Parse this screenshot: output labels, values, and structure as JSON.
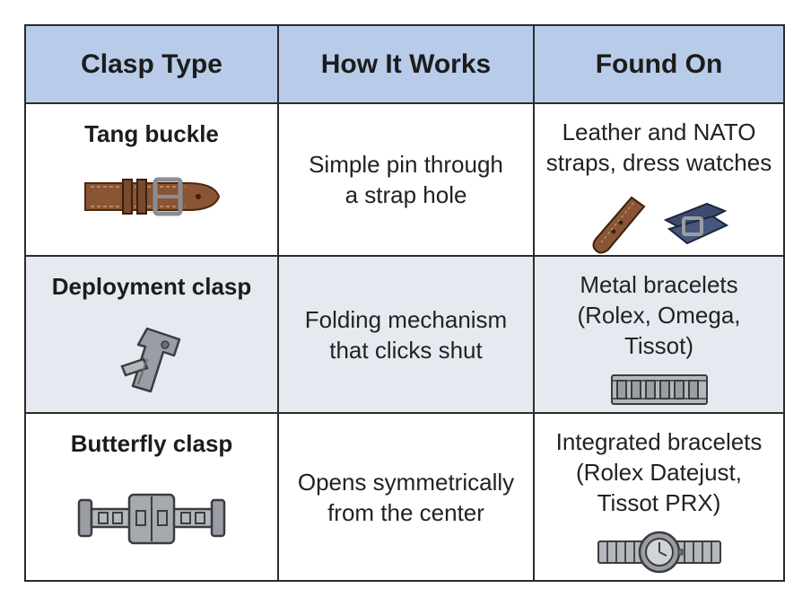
{
  "table": {
    "headers": [
      "Clasp Type",
      "How It Works",
      "Found On"
    ],
    "rows": [
      {
        "clasp_type": "Tang buckle",
        "how_it_works": [
          "Simple pin through",
          "a strap hole"
        ],
        "found_on": [
          "Leather and NATO",
          "straps, dress watches"
        ],
        "icon": "tang-buckle-icon",
        "found_icons": [
          "leather-strap-icon",
          "nato-strap-icon"
        ]
      },
      {
        "clasp_type": "Deployment clasp",
        "how_it_works": [
          "Folding mechanism",
          "that clicks shut"
        ],
        "found_on": [
          "Metal bracelets",
          "(Rolex, Omega,",
          "Tissot)"
        ],
        "icon": "deployment-clasp-icon",
        "found_icons": [
          "metal-bracelet-icon"
        ]
      },
      {
        "clasp_type": "Butterfly clasp",
        "how_it_works": [
          "Opens symmetrically",
          "from the center"
        ],
        "found_on": [
          "Integrated bracelets",
          "(Rolex Datejust,",
          "Tissot PRX)"
        ],
        "icon": "butterfly-clasp-icon",
        "found_icons": [
          "integrated-bracelet-watch-icon"
        ]
      }
    ]
  },
  "colors": {
    "header_bg": "#b8ccea",
    "row_alt_bg": "#e6eaf0",
    "border": "#2b2b2b",
    "leather": "#8a5534",
    "nato": "#3c4b6e",
    "metal": "#9a9da3"
  }
}
